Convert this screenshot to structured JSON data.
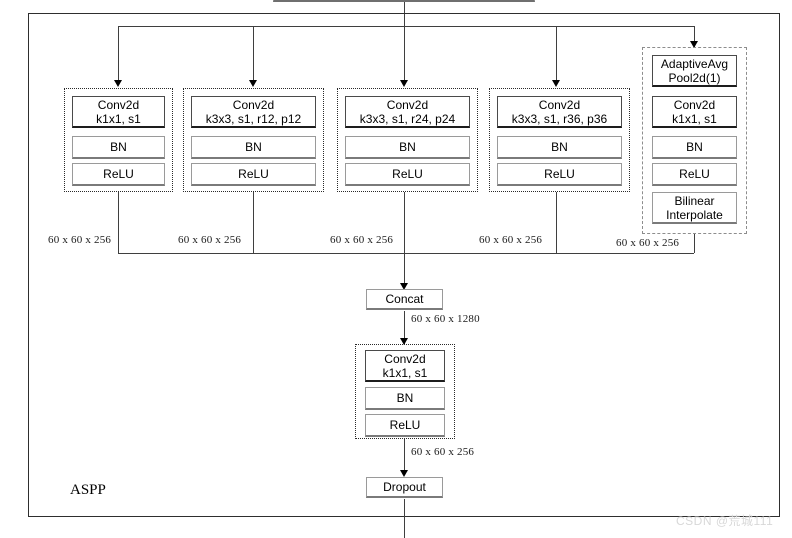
{
  "diagram": {
    "title": "ASPP",
    "container_label": "ASPP",
    "watermark": "CSDN @荒城111",
    "accent_line_color": "#3f3f3f",
    "frame_color": "#2e2e2e",
    "box_border_color": "#9a9a9a",
    "watermark_color": "#d8d8d8"
  },
  "branches": [
    {
      "id": "branch-1",
      "nodes": [
        {
          "label": "Conv2d\nk1x1, s1",
          "emphasis": true
        },
        {
          "label": "BN",
          "emphasis": false
        },
        {
          "label": "ReLU",
          "emphasis": false
        }
      ],
      "output_dim": "60 x 60 x 256"
    },
    {
      "id": "branch-2",
      "nodes": [
        {
          "label": "Conv2d\nk3x3, s1, r12, p12",
          "emphasis": true
        },
        {
          "label": "BN",
          "emphasis": false
        },
        {
          "label": "ReLU",
          "emphasis": false
        }
      ],
      "output_dim": "60 x 60 x 256"
    },
    {
      "id": "branch-3",
      "nodes": [
        {
          "label": "Conv2d\nk3x3, s1, r24, p24",
          "emphasis": true
        },
        {
          "label": "BN",
          "emphasis": false
        },
        {
          "label": "ReLU",
          "emphasis": false
        }
      ],
      "output_dim": "60 x 60 x 256"
    },
    {
      "id": "branch-4",
      "nodes": [
        {
          "label": "Conv2d\nk3x3, s1, r36, p36",
          "emphasis": true
        },
        {
          "label": "BN",
          "emphasis": false
        },
        {
          "label": "ReLU",
          "emphasis": false
        }
      ],
      "output_dim": "60 x 60 x 256"
    },
    {
      "id": "branch-5",
      "nodes": [
        {
          "label": "AdaptiveAvg\nPool2d(1)",
          "emphasis": true
        },
        {
          "label": "Conv2d\nk1x1, s1",
          "emphasis": true
        },
        {
          "label": "BN",
          "emphasis": false
        },
        {
          "label": "ReLU",
          "emphasis": false
        },
        {
          "label": "Bilinear\nInterpolate",
          "emphasis": false
        }
      ],
      "output_dim": "60 x 60 x 256"
    }
  ],
  "trunk": {
    "concat_label": "Concat",
    "concat_output_dim": "60 x 60 x 1280",
    "project_nodes": [
      {
        "label": "Conv2d\nk1x1, s1",
        "emphasis": true
      },
      {
        "label": "BN",
        "emphasis": false
      },
      {
        "label": "ReLU",
        "emphasis": false
      }
    ],
    "project_output_dim": "60 x 60 x 256",
    "dropout_label": "Dropout"
  }
}
